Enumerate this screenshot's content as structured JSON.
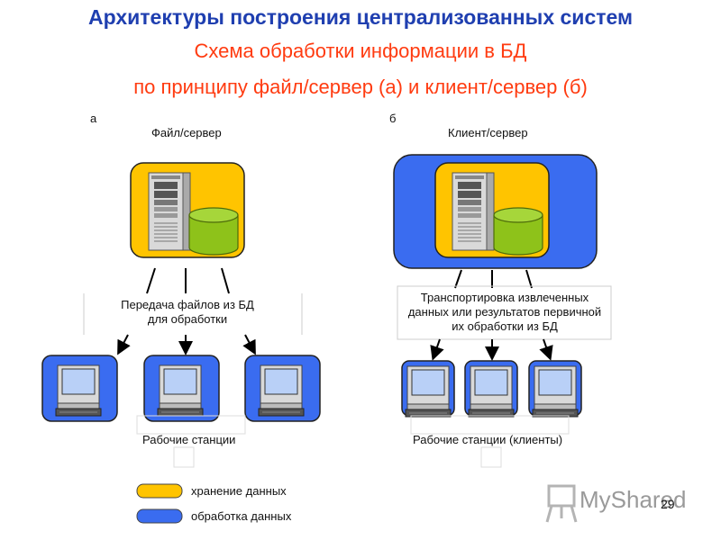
{
  "slide": {
    "title": "Архитектуры построения централизованных систем",
    "subtitle_line1": "Схема обработки информации в БД",
    "subtitle_line2": "по принципу файл/сервер (а) и клиент/сервер (б)",
    "page_number": "29"
  },
  "left": {
    "marker": "а",
    "heading": "Файл/сервер",
    "transfer_caption_line1": "Передача файлов из БД",
    "transfer_caption_line2": "для обработки",
    "workstations_label": "Рабочие станции"
  },
  "right": {
    "marker": "б",
    "heading": "Клиент/сервер",
    "transfer_caption_line1": "Транспортировка извлеченных",
    "transfer_caption_line2": "данных или результатов первичной",
    "transfer_caption_line3": "их обработки из БД",
    "workstations_label": "Рабочие станции (клиенты)"
  },
  "legend": {
    "storage_label": "хранение данных",
    "processing_label": "обработка данных"
  },
  "watermark": {
    "text": "MyShared"
  },
  "colors": {
    "storage": "#ffc400",
    "processing": "#3a6cf0",
    "database": "#8ec21a",
    "title": "#1f3fb0",
    "subtitle": "#ff3b10"
  },
  "icons": [
    "server-tower-icon",
    "database-cylinder-icon",
    "computer-monitor-icon",
    "presentation-board-icon"
  ]
}
